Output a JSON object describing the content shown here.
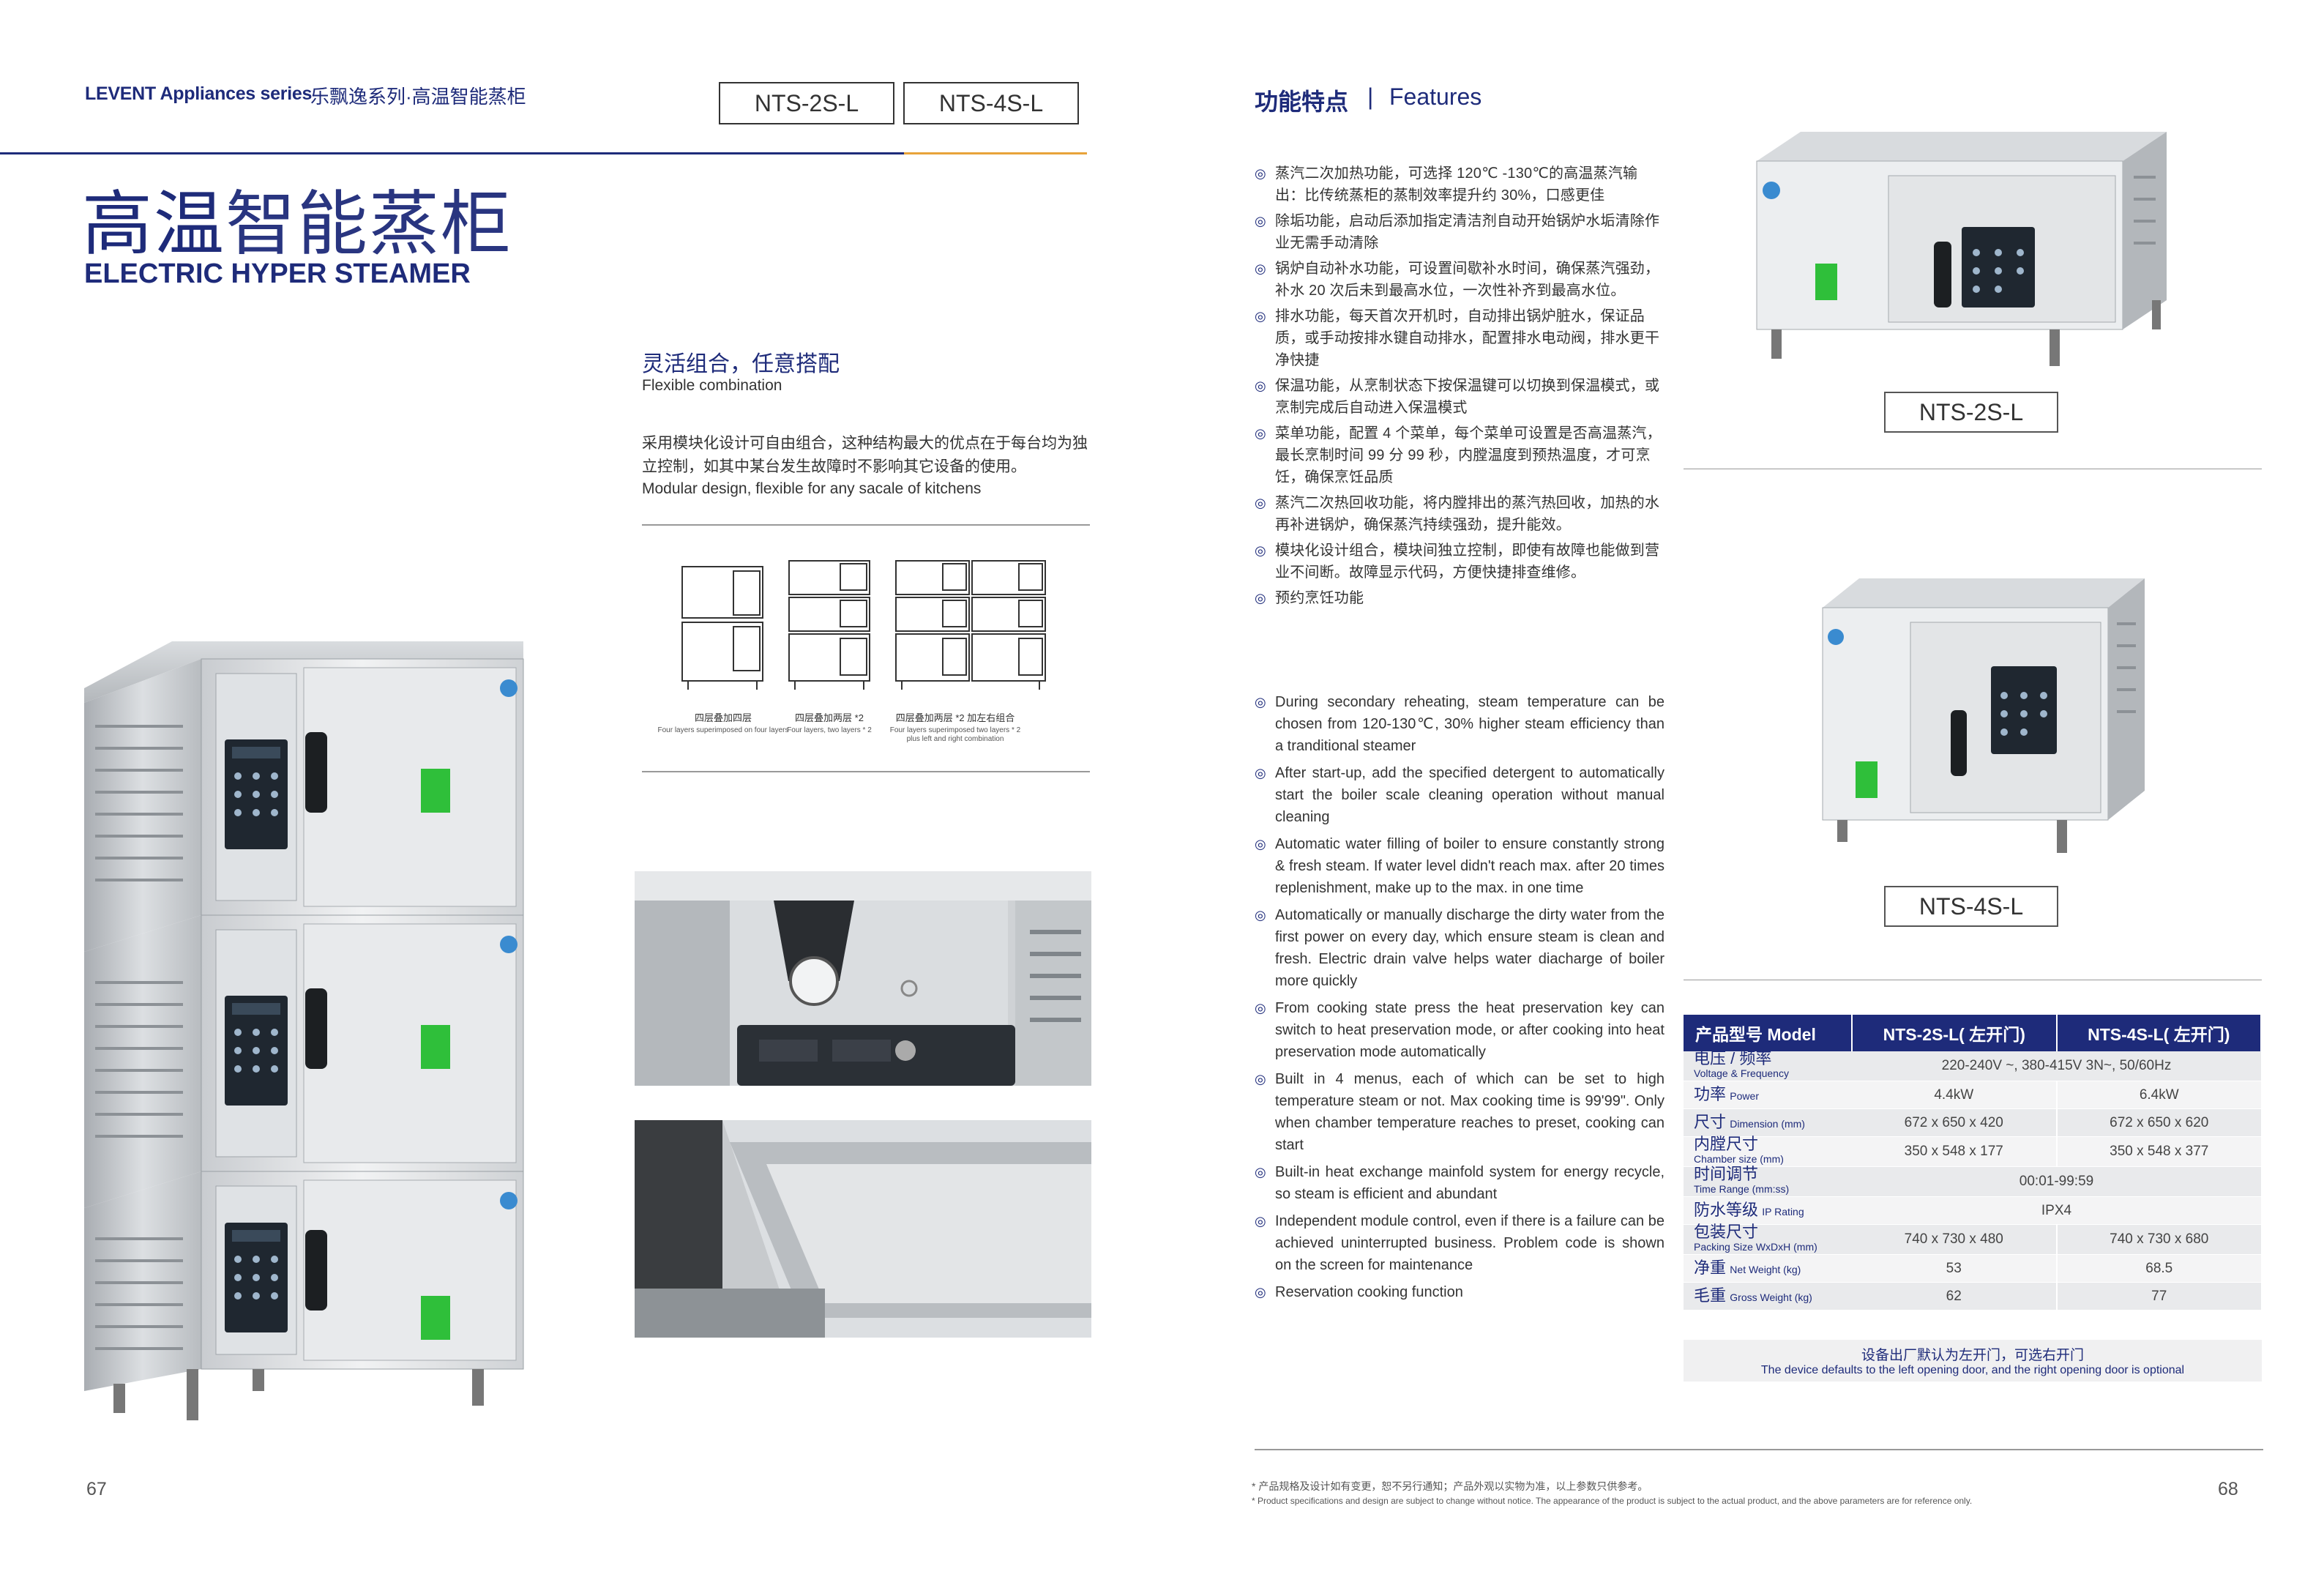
{
  "header": {
    "series_en": "LEVENT Appliances series",
    "series_cn": "乐飘逸系列·高温智能蒸柜",
    "models": [
      "NTS-2S-L",
      "NTS-4S-L"
    ]
  },
  "title": {
    "cn_dark": "高温",
    "cn_light": "智能蒸柜",
    "en": "ELECTRIC HYPER STEAMER"
  },
  "combination": {
    "title_cn": "灵活组合，任意搭配",
    "title_en": "Flexible combination",
    "desc_cn": "采用模块化设计可自由组合，这种结构最大的优点在于每台均为独立控制，如其中某台发生故障时不影响其它设备的使用。",
    "desc_en": "Modular design, flexible for any sacale of kitchens",
    "diagrams": [
      {
        "label": "四层叠加四层",
        "sub": "Four layers superimposed on four layers"
      },
      {
        "label": "四层叠加两层 *2",
        "sub": "Four layers, two layers * 2"
      },
      {
        "label": "四层叠加两层 *2 加左右组合",
        "sub": "Four layers superimposed two layers * 2 plus left and right combination"
      }
    ]
  },
  "features": {
    "title_cn": "功能特点",
    "separator": "|",
    "title_en": "Features",
    "cn": [
      "蒸汽二次加热功能，可选择 120℃ -130℃的高温蒸汽输出：比传统蒸柜的蒸制效率提升约 30%，口感更佳",
      "除垢功能，启动后添加指定清洁剂自动开始锅炉水垢清除作业无需手动清除",
      "锅炉自动补水功能，可设置间歇补水时间，确保蒸汽强劲，补水 20 次后未到最高水位，一次性补齐到最高水位。",
      "排水功能，每天首次开机时，自动排出锅炉脏水，保证品质，或手动按排水键自动排水，配置排水电动阀，排水更干净快捷",
      "保温功能，从烹制状态下按保温键可以切换到保温模式，或烹制完成后自动进入保温模式",
      "菜单功能，配置 4 个菜单，每个菜单可设置是否高温蒸汽，最长烹制时间 99 分 99 秒，内膛温度到预热温度，才可烹饪，确保烹饪品质",
      "蒸汽二次热回收功能，将内膛排出的蒸汽热回收，加热的水再补进锅炉，确保蒸汽持续强劲，提升能效。",
      "模块化设计组合，模块间独立控制，即使有故障也能做到营业不间断。故障显示代码，方便快捷排查维修。",
      "预约烹饪功能"
    ],
    "en": [
      "During secondary reheating, steam temperature can be chosen from 120-130℃, 30% higher steam efficiency than a tranditional steamer",
      "After start-up, add the specified detergent to automatically start the boiler scale cleaning operation without manual cleaning",
      "Automatic water filling of boiler to ensure constantly strong & fresh steam. If water level didn't reach max. after 20 times replenishment, make up to the max. in one time",
      "Automatically or manually discharge the dirty water from the first power on every day, which ensure steam is clean and fresh. Electric drain valve helps water diacharge of boiler more quickly",
      "From cooking state press the heat preservation key can switch to heat preservation mode, or after cooking into heat preservation mode automatically",
      "Built in 4 menus, each of which can be set to high temperature steam or not. Max cooking time is 99'99\". Only when chamber temperature reaches to preset, cooking can start",
      "Built-in heat exchange mainfold system for energy recycle, so steam is efficient and abundant",
      "Independent module control, even if there is a failure can be achieved uninterrupted business. Problem code is shown on the screen for maintenance",
      "Reservation cooking function"
    ]
  },
  "product_labels": [
    "NTS-2S-L",
    "NTS-4S-L"
  ],
  "spec_table": {
    "header": [
      "产品型号 Model",
      "NTS-2S-L( 左开门)",
      "NTS-4S-L( 左开门)"
    ],
    "rows": [
      {
        "cn": "电压 / 频率",
        "en": "Voltage & Frequency",
        "v1": "220-240V ~,   380-415V 3N~, 50/60Hz",
        "v2": "",
        "span": true
      },
      {
        "cn": "功率",
        "en": "Power",
        "v1": "4.4kW",
        "v2": "6.4kW",
        "span": false
      },
      {
        "cn": "尺寸",
        "en": "Dimension (mm)",
        "v1": "672 x 650 x 420",
        "v2": "672 x 650 x 620",
        "span": false
      },
      {
        "cn": "内膛尺寸",
        "en": "Chamber size (mm)",
        "v1": "350 x 548 x 177",
        "v2": "350 x 548 x 377",
        "span": false
      },
      {
        "cn": "时间调节",
        "en": "Time Range (mm:ss)",
        "v1": "00:01-99:59",
        "v2": "",
        "span": true
      },
      {
        "cn": "防水等级",
        "en": "IP Rating",
        "v1": "IPX4",
        "v2": "",
        "span": true
      },
      {
        "cn": "包装尺寸",
        "en": "Packing Size WxDxH (mm)",
        "v1": "740 x 730 x 480",
        "v2": "740 x 730 x 680",
        "span": false
      },
      {
        "cn": "净重",
        "en": "Net Weight (kg)",
        "v1": "53",
        "v2": "68.5",
        "span": false
      },
      {
        "cn": "毛重",
        "en": "Gross Weight (kg)",
        "v1": "62",
        "v2": "77",
        "span": false
      }
    ],
    "note_cn": "设备出厂默认为左开门，可选右开门",
    "note_en": "The device defaults to the left opening door, and the right opening door is optional"
  },
  "footnote": {
    "cn": "* 产品规格及设计如有变更，恕不另行通知；产品外观以实物为准，以上参数只供参考。",
    "en": "* Product specifications and design are subject to change without notice. The appearance of the product is subject to the actual product, and the above parameters are for reference only."
  },
  "page_numbers": {
    "left": "67",
    "right": "68"
  },
  "colors": {
    "brand_navy": "#1e2b7a",
    "accent_orange": "#e8a33a",
    "screen_green": "#2fbf3a"
  }
}
